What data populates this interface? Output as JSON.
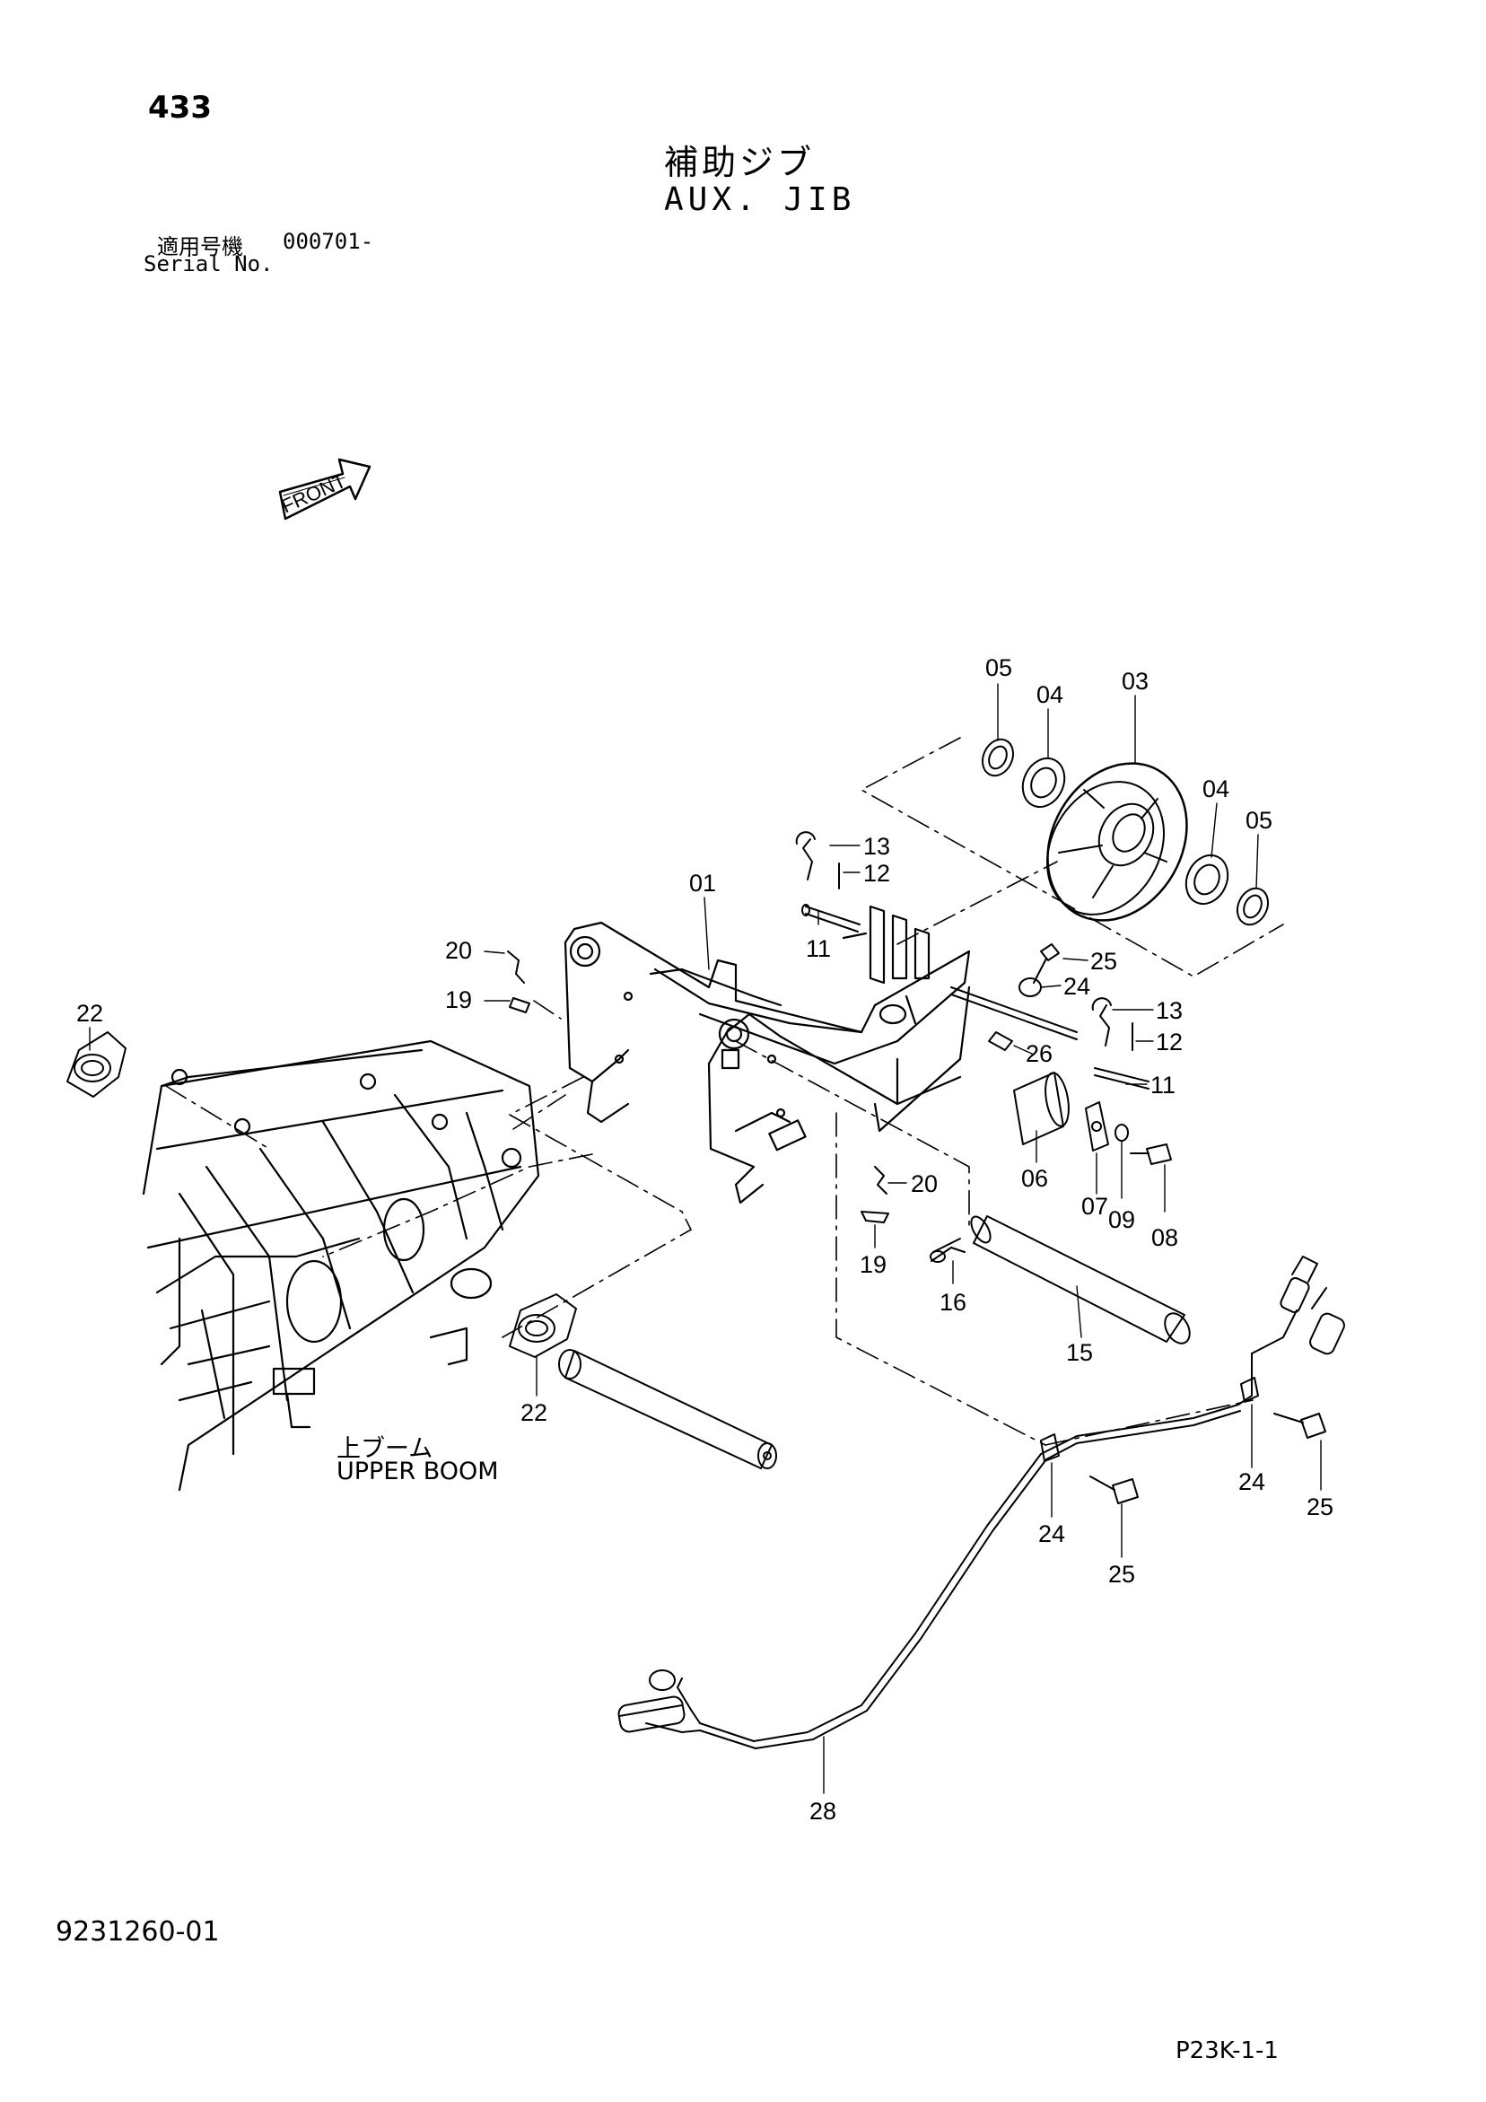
{
  "header": {
    "page_number": "433",
    "title_jp": "補助ジブ",
    "title_en": "AUX. JIB",
    "serial_label_jp": "適用号機",
    "serial_value": "000701-",
    "serial_label_en": "Serial No."
  },
  "front_indicator": {
    "label": "FRONT",
    "icon": "front-arrow-icon"
  },
  "upper_boom": {
    "label_jp": "上ブーム",
    "label_en": "UPPER BOOM"
  },
  "callouts": [
    "05",
    "04",
    "03",
    "04",
    "05",
    "13",
    "12",
    "01",
    "11",
    "25",
    "24",
    "20",
    "19",
    "13",
    "12",
    "26",
    "11",
    "22",
    "06",
    "07",
    "09",
    "08",
    "20",
    "19",
    "16",
    "15",
    "22",
    "24",
    "25",
    "24",
    "25",
    "28"
  ],
  "footer": {
    "drawing_number": "9231260-01",
    "page_ref": "P23K-1-1"
  }
}
